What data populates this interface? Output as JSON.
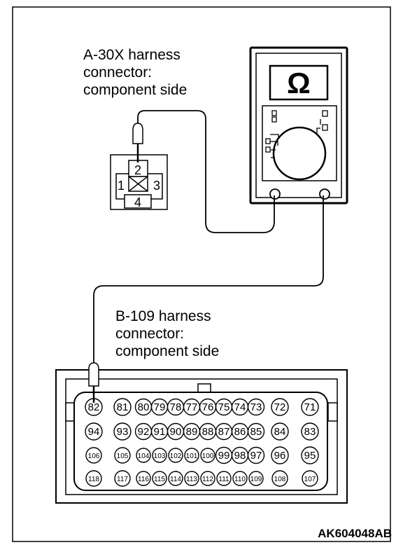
{
  "labels": {
    "a30x_line1": "A-30X harness",
    "a30x_line2": "connector:",
    "a30x_line3": "component side",
    "b109_line1": "B-109 harness",
    "b109_line2": "connector:",
    "b109_line3": "component side",
    "figure_id": "AK604048AB"
  },
  "meter": {
    "symbol": "Ω"
  },
  "a30x_pins": [
    "1",
    "2",
    "3",
    "4"
  ],
  "b109_rows": [
    [
      "82",
      "81",
      "80",
      "79",
      "78",
      "77",
      "76",
      "75",
      "74",
      "73",
      "72",
      "71"
    ],
    [
      "94",
      "93",
      "92",
      "91",
      "90",
      "89",
      "88",
      "87",
      "86",
      "85",
      "84",
      "83"
    ],
    [
      "106",
      "105",
      "104",
      "103",
      "102",
      "101",
      "100",
      "99",
      "98",
      "97",
      "96",
      "95"
    ],
    [
      "118",
      "117",
      "116",
      "115",
      "114",
      "113",
      "112",
      "111",
      "110",
      "109",
      "108",
      "107"
    ]
  ],
  "icons": [
    "ohmmeter-icon",
    "probe-icon",
    "connector-a30x",
    "connector-b109"
  ]
}
